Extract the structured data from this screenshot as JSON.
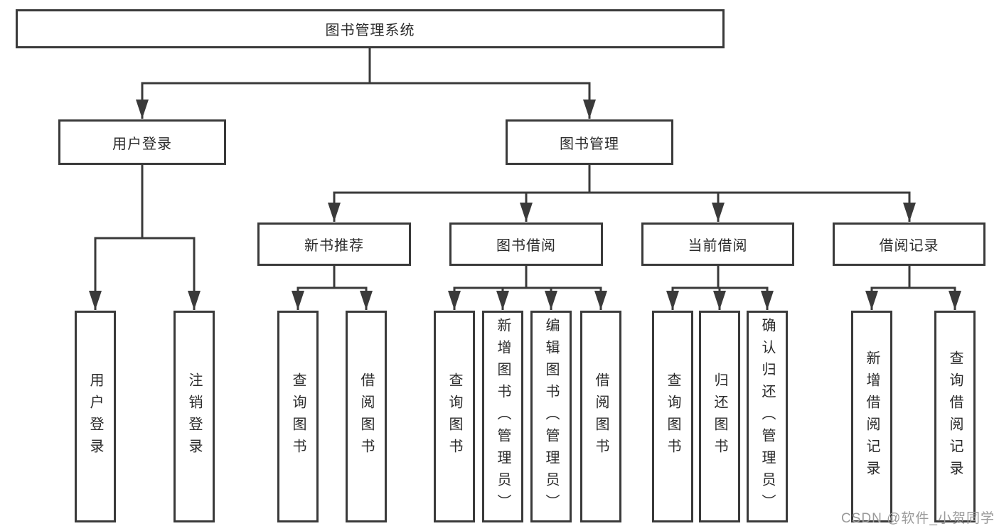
{
  "tree": {
    "label": "图书管理系统",
    "children": [
      {
        "label": "用户登录",
        "children": [
          {
            "label": "用户登录"
          },
          {
            "label": "注销登录"
          }
        ]
      },
      {
        "label": "图书管理",
        "children": [
          {
            "label": "新书推荐",
            "children": [
              {
                "label": "查询图书"
              },
              {
                "label": "借阅图书"
              }
            ]
          },
          {
            "label": "图书借阅",
            "children": [
              {
                "label": "查询图书"
              },
              {
                "label": "新增图书（管理员）"
              },
              {
                "label": "编辑图书（管理员）"
              },
              {
                "label": "借阅图书"
              }
            ]
          },
          {
            "label": "当前借阅",
            "children": [
              {
                "label": "查询图书"
              },
              {
                "label": "归还图书"
              },
              {
                "label": "确认归还（管理员）"
              }
            ]
          },
          {
            "label": "借阅记录",
            "children": [
              {
                "label": "新增借阅记录"
              },
              {
                "label": "查询借阅记录"
              }
            ]
          }
        ]
      }
    ]
  },
  "watermark": "CSDN @软件_小贺同学",
  "colors": {
    "line": "#3a3a3a",
    "box_border": "#3a3a3a",
    "text": "#2b2b2b",
    "background": "#ffffff",
    "watermark": "#9a9a9a"
  }
}
